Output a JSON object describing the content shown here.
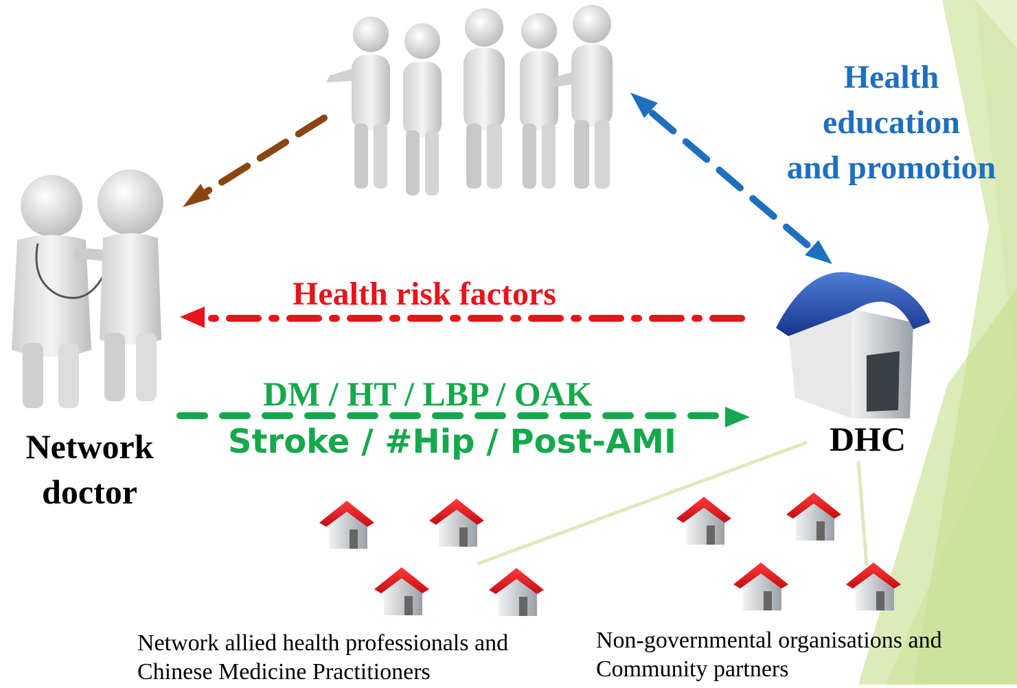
{
  "colors": {
    "blue": "#1f6fbf",
    "red": "#e8141b",
    "green": "#16a84d",
    "brown": "#8b4513",
    "roof_red": "#e4121a",
    "roof_blue": "#1f4fb0",
    "slide_green": "#cfe3a6"
  },
  "icons": {
    "group": "group-of-people-icon",
    "doctor": "doctor-with-patient-icon",
    "dhc": "dhc-house-icon",
    "small_house": "small-house-icon"
  },
  "labels": {
    "health_education": [
      "Health",
      "education",
      "and promotion"
    ],
    "risk_factors": "Health risk factors",
    "conditions_line1": "DM / HT / LBP / OAK",
    "conditions_line2": "Stroke / #Hip / Post-AMI",
    "network_doctor": [
      "Network",
      "doctor"
    ],
    "dhc": "DHC",
    "allied_line1": "Network allied health professionals and",
    "allied_line2": "Chinese Medicine Practitioners",
    "ngo_line1": "Non-governmental organisations and",
    "ngo_line2": "Community partners"
  }
}
